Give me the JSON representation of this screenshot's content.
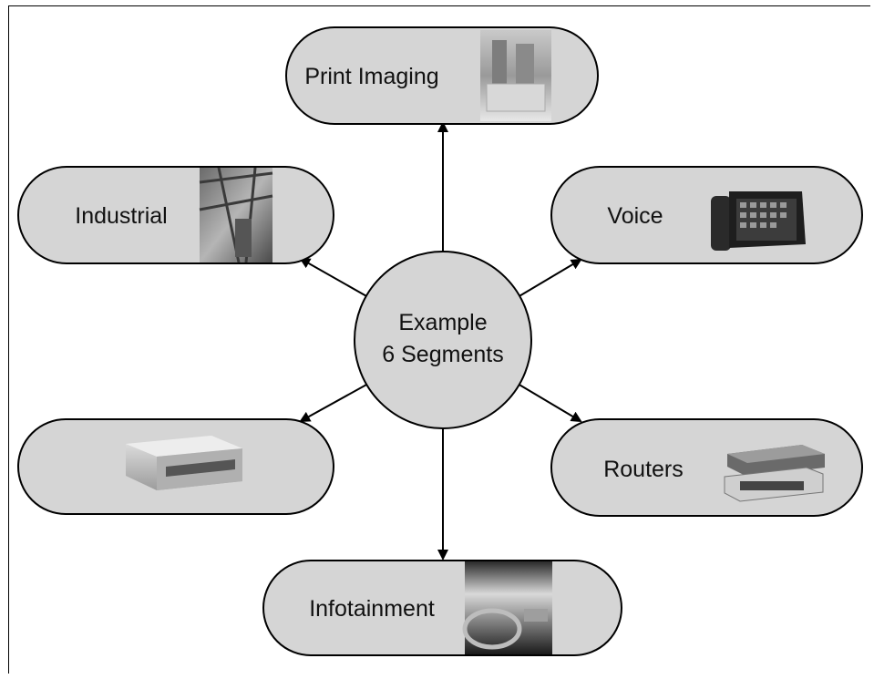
{
  "center": {
    "line1": "Example",
    "line2": "6 Segments"
  },
  "segments": {
    "print_imaging": {
      "label": "Print Imaging",
      "icon": "office-printing-photo"
    },
    "industrial": {
      "label": "Industrial",
      "icon": "factory-workers-photo"
    },
    "voice": {
      "label": "Voice",
      "icon": "desk-phone-photo"
    },
    "storage": {
      "label": "",
      "icon": "storage-box-photo"
    },
    "routers": {
      "label": "Routers",
      "icon": "network-router-photo"
    },
    "infotainment": {
      "label": "Infotainment",
      "icon": "car-dashboard-photo"
    }
  },
  "colors": {
    "fill": "#d5d5d5",
    "stroke": "#000000"
  }
}
